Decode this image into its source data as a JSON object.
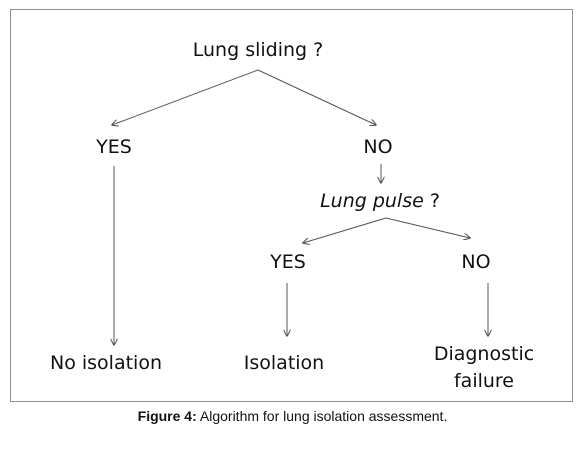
{
  "diagram": {
    "root_question": "Lung sliding ?",
    "branch_yes": "YES",
    "branch_no": "NO",
    "sub_question_italic": "Lung pulse",
    "sub_question_mark": " ?",
    "sub_yes": "YES",
    "sub_no": "NO",
    "outcome_no_isolation": "No isolation",
    "outcome_isolation": "Isolation",
    "outcome_diagnostic_failure": "Diagnostic failure"
  },
  "caption": {
    "label": "Figure 4:",
    "text": " Algorithm for lung isolation assessment."
  },
  "colors": {
    "arrow": "#555555",
    "frame": "#8f8f8f",
    "text": "#111111"
  }
}
